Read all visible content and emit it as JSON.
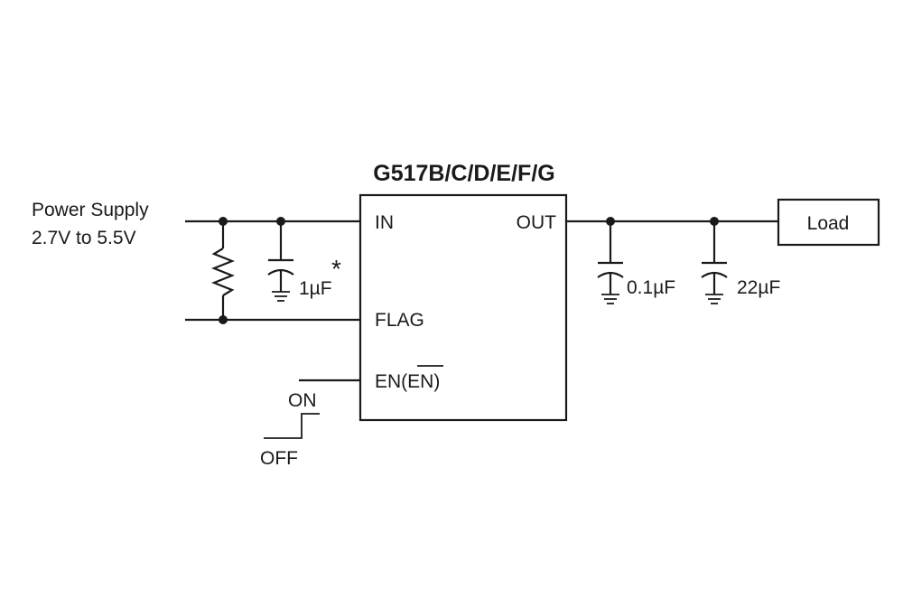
{
  "ic": {
    "part_number": "G517B/C/D/E/F/G",
    "pins": {
      "in": "IN",
      "out": "OUT",
      "flag": "FLAG",
      "en": "EN(",
      "en_bar": "EN",
      "en_close": ")"
    }
  },
  "supply": {
    "line1": "Power Supply",
    "line2": "2.7V to 5.5V"
  },
  "components": {
    "input_cap": "1µF",
    "input_cap_note": "*",
    "output_cap_small": "0.1µF",
    "output_cap_large": "22µF"
  },
  "load": {
    "label": "Load"
  },
  "enable_switch": {
    "on": "ON",
    "off": "OFF"
  }
}
